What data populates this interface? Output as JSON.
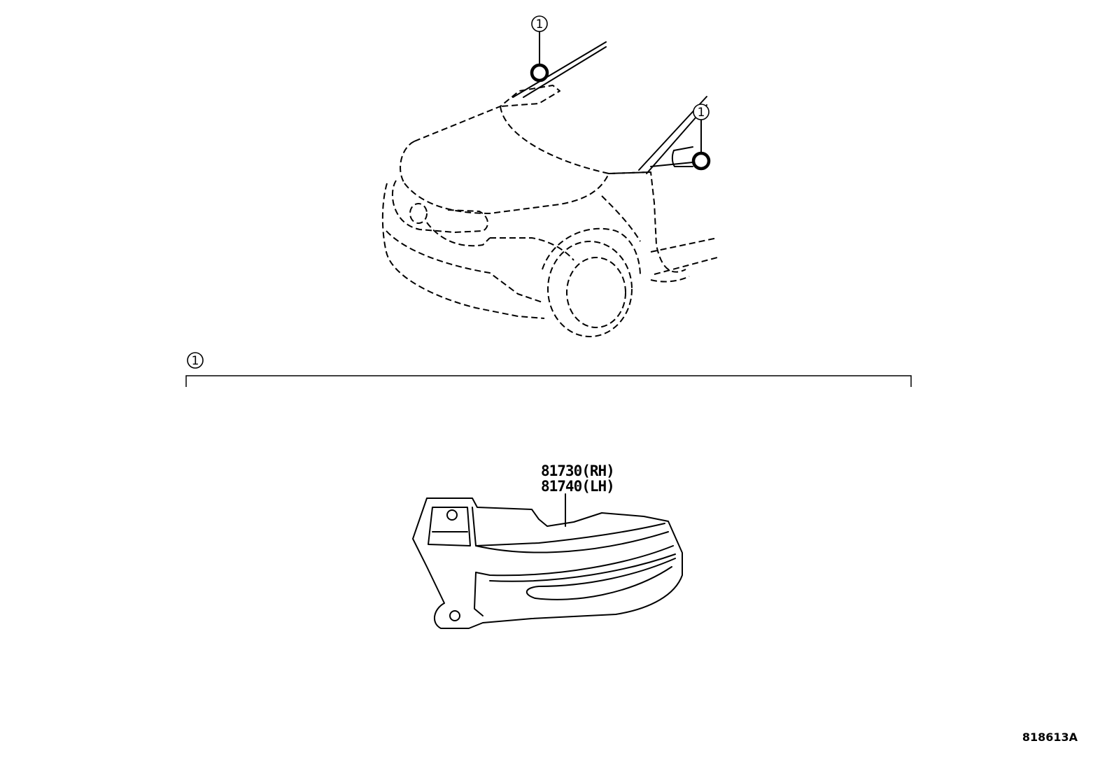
{
  "callouts": {
    "top_left": "1",
    "top_right": "1",
    "bracket": "1"
  },
  "parts": {
    "rh": "81730(RH)",
    "lh": "81740(LH)"
  },
  "diagram_code": "818613A"
}
